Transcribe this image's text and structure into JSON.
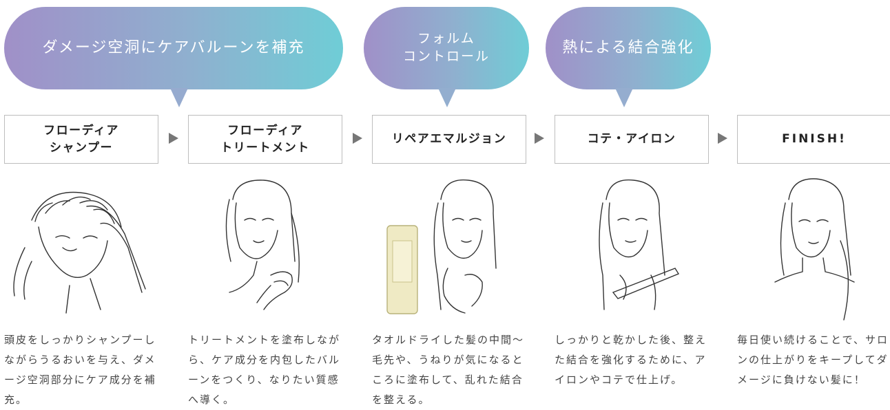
{
  "bubbles": [
    {
      "text": "ダメージ空洞にケアバルーンを補充"
    },
    {
      "text": "フォルム\nコントロール"
    },
    {
      "text": "熱による結合強化"
    }
  ],
  "steps": [
    {
      "label": "フローディア\nシャンプー"
    },
    {
      "label": "フローディア\nトリートメント"
    },
    {
      "label": "リペアエマルジョン"
    },
    {
      "label": "コテ・アイロン"
    },
    {
      "label": "FINISH!"
    }
  ],
  "descriptions": [
    "頭皮をしっかりシャンプーしながらうるおいを与え、ダメージ空洞部分にケア成分を補充。",
    "トリートメントを塗布しながら、ケア成分を内包したバルーンをつくり、なりたい質感へ導く。",
    "タオルドライした髪の中間～毛先や、うねりが気になるところに塗布して、乱れた結合を整える。",
    "しっかりと乾かした後、整えた結合を強化するために、アイロンやコテで仕上げ。",
    "毎日使い続けることで、サロンの仕上がりをキープしてダメージに負けない髪に！"
  ],
  "colors": {
    "bubble_start": "#a090c8",
    "bubble_end": "#6fcdd6",
    "box_border": "#bdbdbd",
    "arrow": "#777777"
  },
  "icons": {
    "arrow": "triangle-right-icon",
    "illustrations": [
      "shampoo-illustration",
      "treatment-illustration",
      "emulsion-illustration",
      "iron-illustration",
      "finish-illustration"
    ]
  }
}
